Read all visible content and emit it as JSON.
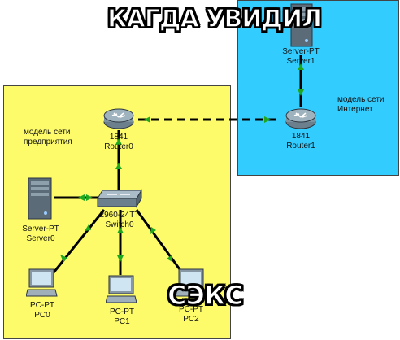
{
  "meme": {
    "top_caption": "КАГДА УВИДИЛ",
    "bottom_caption": "СЭКС"
  },
  "areas": {
    "internet_note": [
      "модель сети",
      "Интернет"
    ],
    "enterprise_note": [
      "модель сети",
      "предприятия"
    ]
  },
  "devices": {
    "server1": {
      "model": "Server-PT",
      "name": "Server1"
    },
    "router1": {
      "model": "1841",
      "name": "Router1"
    },
    "router0": {
      "model": "1841",
      "name": "Router0"
    },
    "switch0": {
      "model": "2960-24TT",
      "name": "Switch0"
    },
    "server0": {
      "model": "Server-PT",
      "name": "Server0"
    },
    "pc0": {
      "model": "PC-PT",
      "name": "PC0"
    },
    "pc1": {
      "model": "PC-PT",
      "name": "PC1"
    },
    "pc2": {
      "model": "PC-PT",
      "name": "PC2"
    }
  },
  "colors": {
    "internet_area": "#33ccff",
    "enterprise_area": "#fdfb6a",
    "link_up": "#1fa81f"
  }
}
